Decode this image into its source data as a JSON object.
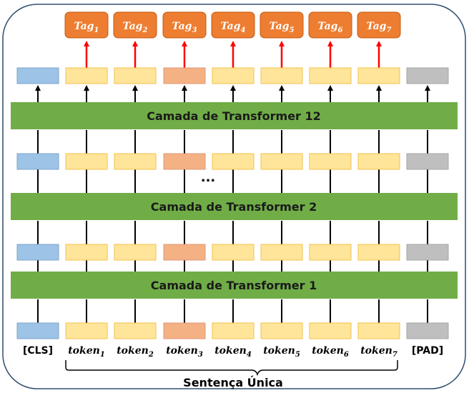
{
  "layers": [
    {
      "label": "Camada de Transformer 12"
    },
    {
      "label": "Camada de Transformer 2"
    },
    {
      "label": "Camada de Transformer 1"
    }
  ],
  "ellipsis": "...",
  "tags": [
    {
      "base": "Tag",
      "sub": "1"
    },
    {
      "base": "Tag",
      "sub": "2"
    },
    {
      "base": "Tag",
      "sub": "3"
    },
    {
      "base": "Tag",
      "sub": "4"
    },
    {
      "base": "Tag",
      "sub": "5"
    },
    {
      "base": "Tag",
      "sub": "6"
    },
    {
      "base": "Tag",
      "sub": "7"
    }
  ],
  "inputs": [
    {
      "kind": "cls",
      "text": "[CLS]"
    },
    {
      "kind": "token",
      "base": "token",
      "sub": "1"
    },
    {
      "kind": "token",
      "base": "token",
      "sub": "2"
    },
    {
      "kind": "token",
      "base": "token",
      "sub": "3"
    },
    {
      "kind": "token",
      "base": "token",
      "sub": "4"
    },
    {
      "kind": "token",
      "base": "token",
      "sub": "5"
    },
    {
      "kind": "token",
      "base": "token",
      "sub": "6"
    },
    {
      "kind": "token",
      "base": "token",
      "sub": "7"
    },
    {
      "kind": "pad",
      "text": "[PAD]"
    }
  ],
  "caption": "Sentença Única",
  "colors": {
    "cls": "#9dc3e6",
    "token": "#ffe599",
    "highlight": "#f4b183",
    "pad": "#bfbfbf",
    "layer": "#70ad47",
    "tag": "#ed7d31",
    "arrow_black": "#000000",
    "arrow_red": "#ff0000"
  }
}
